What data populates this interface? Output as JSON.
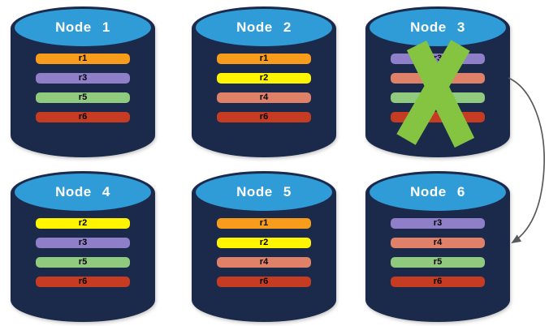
{
  "colors": {
    "background": "#FFFFFF",
    "cylinder_body": "#1B2A4A",
    "cylinder_top": "#2F9CD8",
    "node_title_text": "#FFFFFF",
    "replica_label_text": "#000000",
    "failure_cross": "#84C441",
    "arrow": "#58595B"
  },
  "nodes": [
    {
      "title": "Node 1",
      "failed": false,
      "replicas": [
        {
          "label": "r1",
          "color": "#F89D1B"
        },
        {
          "label": "r3",
          "color": "#8F7FC8"
        },
        {
          "label": "r5",
          "color": "#90CA7E"
        },
        {
          "label": "r6",
          "color": "#C63C23"
        }
      ]
    },
    {
      "title": "Node 2",
      "failed": false,
      "replicas": [
        {
          "label": "r1",
          "color": "#F89D1B"
        },
        {
          "label": "r2",
          "color": "#FFF500"
        },
        {
          "label": "r4",
          "color": "#DF8169"
        },
        {
          "label": "r6",
          "color": "#C63C23"
        }
      ]
    },
    {
      "title": "Node 3",
      "failed": true,
      "replicas": [
        {
          "label": "r3",
          "color": "#8F7FC8"
        },
        {
          "label": "",
          "color": "#DF8169"
        },
        {
          "label": "",
          "color": "#90CA7E"
        },
        {
          "label": "",
          "color": "#C63C23"
        }
      ]
    },
    {
      "title": "Node 4",
      "failed": false,
      "replicas": [
        {
          "label": "r2",
          "color": "#FFF500"
        },
        {
          "label": "r3",
          "color": "#8F7FC8"
        },
        {
          "label": "r5",
          "color": "#90CA7E"
        },
        {
          "label": "r6",
          "color": "#C63C23"
        }
      ]
    },
    {
      "title": "Node 5",
      "failed": false,
      "replicas": [
        {
          "label": "r1",
          "color": "#F89D1B"
        },
        {
          "label": "r2",
          "color": "#FFF500"
        },
        {
          "label": "r4",
          "color": "#DF8169"
        },
        {
          "label": "r6",
          "color": "#C63C23"
        }
      ]
    },
    {
      "title": "Node 6",
      "failed": false,
      "replicas": [
        {
          "label": "r3",
          "color": "#8F7FC8"
        },
        {
          "label": "r4",
          "color": "#DF8169"
        },
        {
          "label": "r5",
          "color": "#90CA7E"
        },
        {
          "label": "r6",
          "color": "#C63C23"
        }
      ]
    }
  ],
  "arrow_annotation": {
    "from": "Node 3",
    "to": "Node 6"
  }
}
